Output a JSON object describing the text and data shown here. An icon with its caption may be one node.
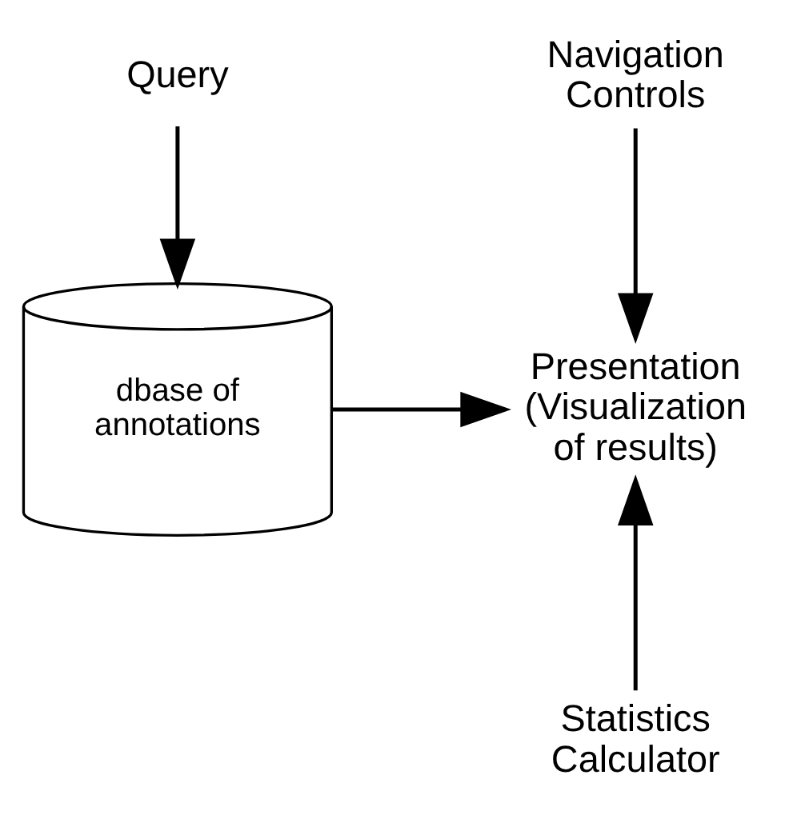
{
  "diagram": {
    "nodes": [
      {
        "text": [
          "Query"
        ]
      },
      {
        "text": [
          "dbase of annotations"
        ]
      },
      {
        "text": [
          "Navigation Controls"
        ]
      },
      {
        "text": [
          "Presentation (Visualization of results)"
        ]
      },
      {
        "text": [
          "Statistics Calculator"
        ]
      }
    ],
    "edges": [
      {
        "from": 0,
        "to": 1,
        "arrow": "to"
      },
      {
        "from": 1,
        "to": 3,
        "arrow": "to"
      },
      {
        "from": 2,
        "to": 3,
        "arrow": "to"
      },
      {
        "from": 4,
        "to": 3,
        "arrow": "to"
      }
    ]
  }
}
